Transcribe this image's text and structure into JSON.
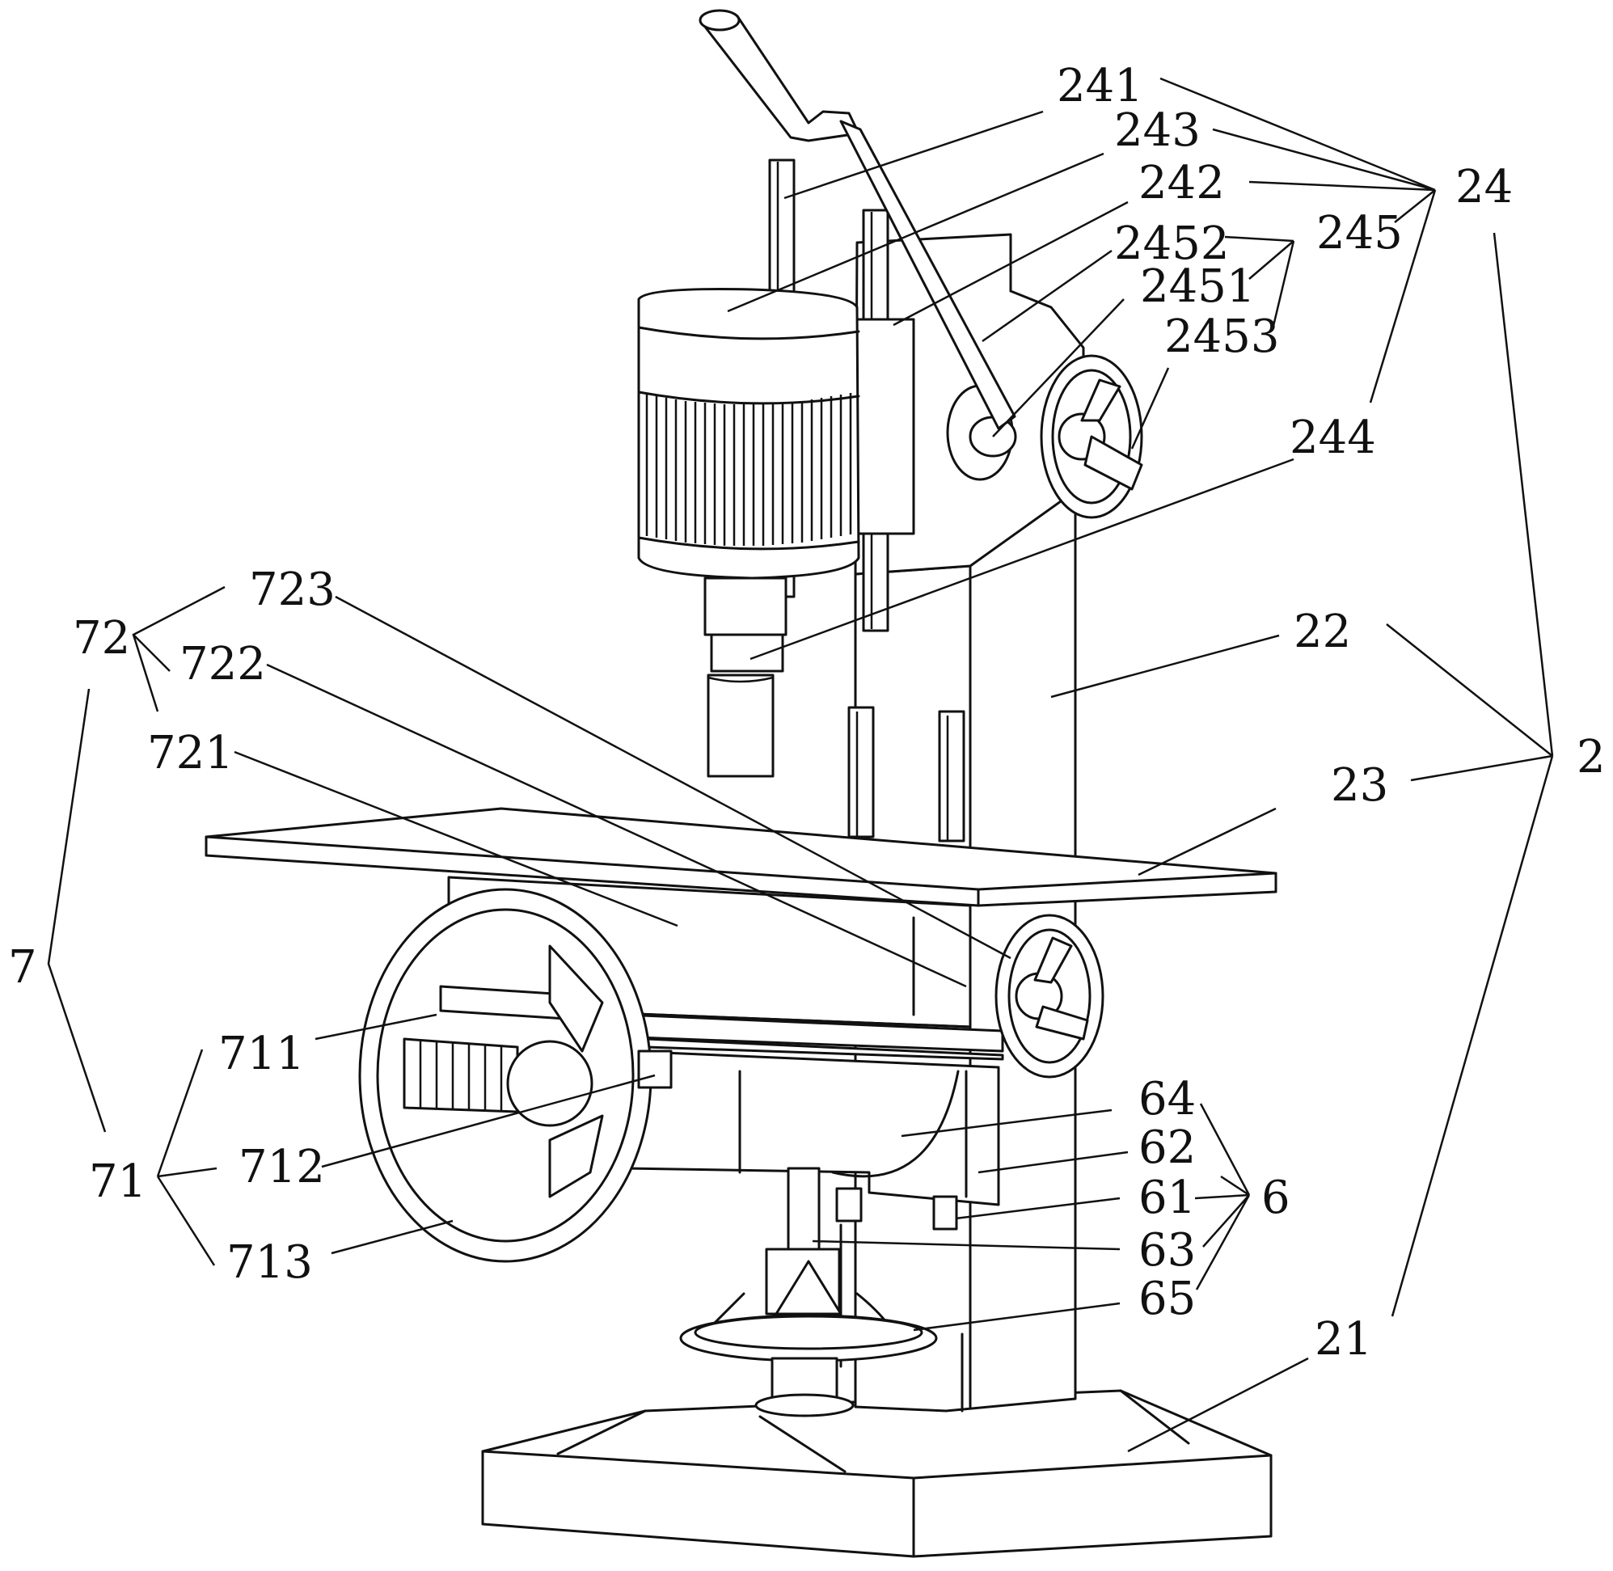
{
  "colors": {
    "line": "#111111",
    "background": "#ffffff"
  },
  "labels": {
    "l241": "241",
    "l243": "243",
    "l242": "242",
    "l24": "24",
    "l245": "245",
    "l2452": "2452",
    "l2451": "2451",
    "l2453": "2453",
    "l244": "244",
    "l723": "723",
    "l72": "72",
    "l722": "722",
    "l721": "721",
    "l22": "22",
    "l2": "2",
    "l23": "23",
    "l7": "7",
    "l711": "711",
    "l71": "71",
    "l712": "712",
    "l713": "713",
    "l64": "64",
    "l62": "62",
    "l61": "61",
    "l6": "6",
    "l63": "63",
    "l65": "65",
    "l21": "21"
  }
}
